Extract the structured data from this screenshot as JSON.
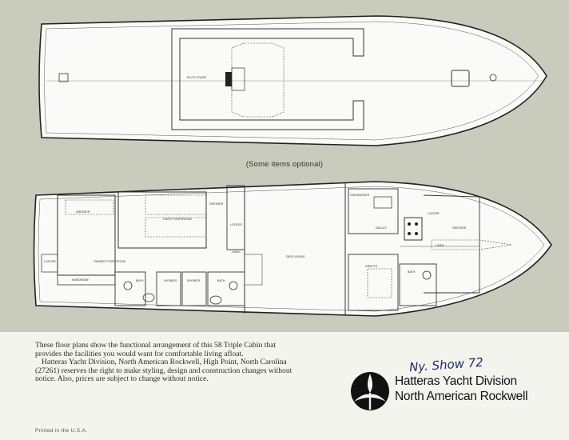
{
  "optional_note": "(Some items optional)",
  "description": {
    "p1": "These floor plans show the functional arrangement of this 58 Triple Cabin that provides the facilities you would want for comfortable living afloat.",
    "p2": "Hatteras Yacht Division, North American Rockwell, High Point, North Carolina (27261) reserves the right to make styling, design and construction changes without notice. Also, prices are subject to change without notice."
  },
  "brand": {
    "line1": "Hatteras Yacht Division",
    "line2": "North American Rockwell",
    "logo_icon": "hatteras-rockwell-logo-icon"
  },
  "handwritten_note": "Ny. Show 72",
  "printed": "Printed in the U.S.A.",
  "plan_labels": {
    "upper": [
      "PILOT HOUSE"
    ],
    "lower": [
      "DRESSER",
      "GUEST STATEROOM",
      "DRESSER",
      "LOCKER",
      "OWNER'S STATEROOM",
      "WARDROBE",
      "BATH",
      "SHOWER",
      "SHOWER",
      "BATH",
      "LINEN",
      "DECK HOUSE",
      "DISHWASHER",
      "GALLEY",
      "LOCKER",
      "DRESSER",
      "LINEN",
      "DINETTE",
      "BATH",
      "LOCKER"
    ]
  },
  "colors": {
    "background": "#c9ccbd",
    "paper": "#f4f4ef",
    "hull": "#fafaf8",
    "ink": "#222222",
    "handwriting": "#1f2a6b"
  }
}
